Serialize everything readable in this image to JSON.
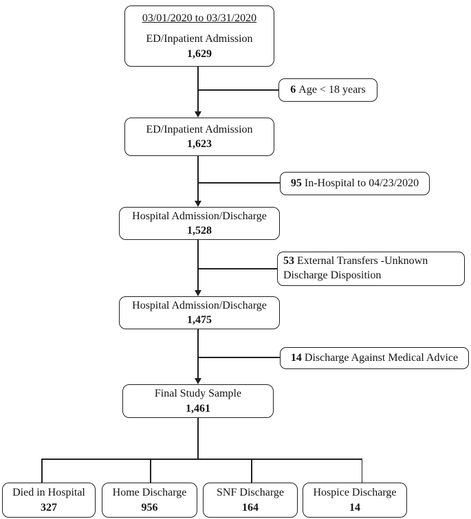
{
  "diagram": {
    "title_semantic": "patient-flow-diagram",
    "main_boxes": [
      {
        "heading": "03/01/2020 to 03/31/2020",
        "label": "ED/Inpatient Admission",
        "count": "1,629"
      },
      {
        "label": "ED/Inpatient Admission",
        "count": "1,623"
      },
      {
        "label": "Hospital Admission/Discharge",
        "count": "1,528"
      },
      {
        "label": "Hospital Admission/Discharge",
        "count": "1,475"
      },
      {
        "label": "Final Study Sample",
        "count": "1,461"
      }
    ],
    "exclusions": [
      {
        "count": "6",
        "label": "Age < 18 years"
      },
      {
        "count": "95",
        "label": "In-Hospital to 04/23/2020"
      },
      {
        "count": "53",
        "label": "External Transfers -Unknown Discharge Disposition"
      },
      {
        "count": "14",
        "label": "Discharge Against Medical Advice"
      }
    ],
    "outcomes": [
      {
        "label": "Died in Hospital",
        "count": "327"
      },
      {
        "label": "Home Discharge",
        "count": "956"
      },
      {
        "label": "SNF Discharge",
        "count": "164"
      },
      {
        "label": "Hospice Discharge",
        "count": "14"
      }
    ],
    "colors": {
      "line": "#1f1f1f",
      "text": "#141414",
      "background": "#ffffff"
    }
  }
}
